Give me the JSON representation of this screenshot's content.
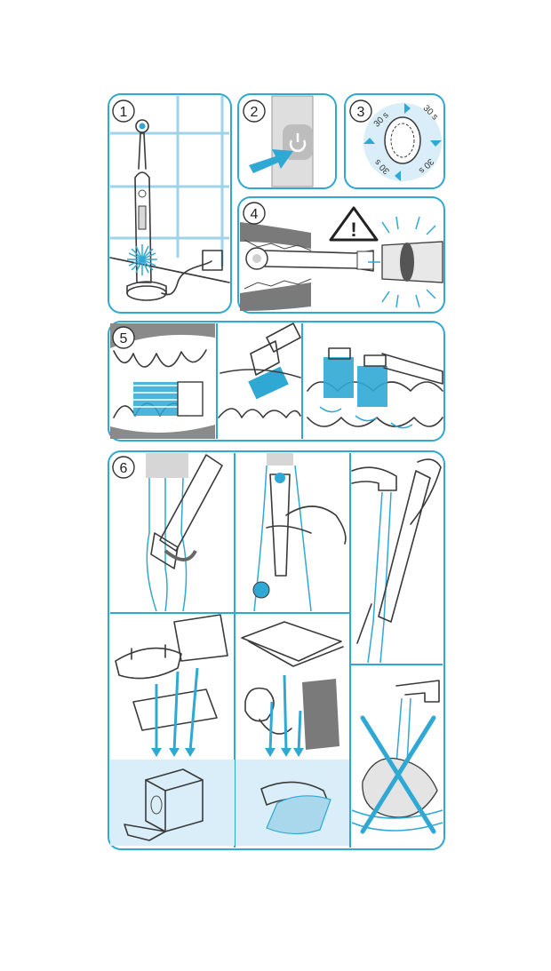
{
  "steps": [
    {
      "number": "1"
    },
    {
      "number": "2"
    },
    {
      "number": "3",
      "timer_labels": [
        "30 s",
        "30 s",
        "30 s",
        "30 s"
      ]
    },
    {
      "number": "4"
    },
    {
      "number": "5"
    },
    {
      "number": "6"
    }
  ],
  "warning_symbol": "!",
  "icons": [
    "toothbrush-icon",
    "power-button-icon",
    "pointing-arrow-icon",
    "teeth-timer-icon",
    "warning-triangle-icon",
    "brush-head-icon",
    "water-faucet-icon",
    "dishwasher-icon",
    "cloth-wipe-icon",
    "prohibited-cross-icon"
  ],
  "colors": {
    "accent": "#2fa8d4",
    "light_accent": "#d9eef8",
    "line": "#3a3a3a"
  }
}
